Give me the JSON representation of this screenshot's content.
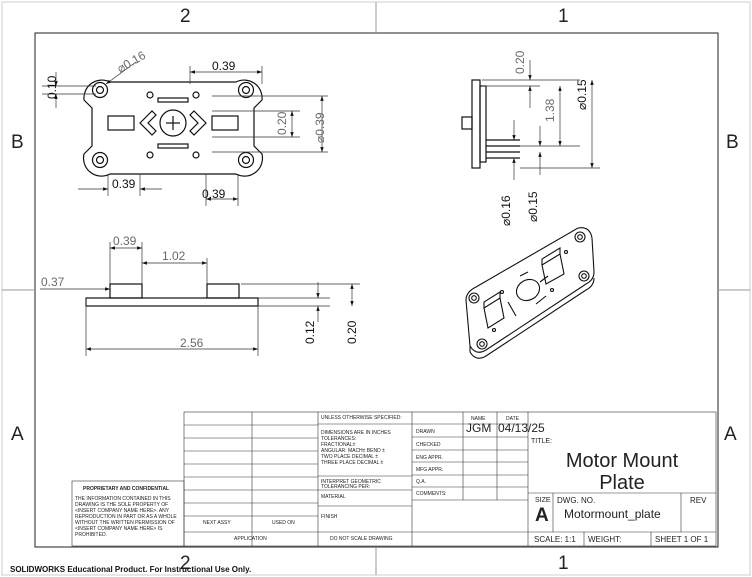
{
  "zones": {
    "top_left": "2",
    "top_right": "1",
    "left_b": "B",
    "right_b": "B",
    "left_a": "A",
    "right_a": "A",
    "bottom_left": "2",
    "bottom_right": "1"
  },
  "dimensions": {
    "top_hole_dia": "⌀0.16",
    "top_width_039": "0.39",
    "top_left_010": "0.10",
    "top_side_020": "0.20",
    "top_side_dia039": "⌀0.39",
    "top_bottom_left_039": "0.39",
    "top_bottom_right_039": "0.39",
    "side_top_020": "0.20",
    "side_138": "1.38",
    "side_dia015_top": "⌀0.15",
    "side_dia016": "⌀0.16",
    "side_dia015_bottom": "⌀0.15",
    "front_039": "0.39",
    "front_102": "1.02",
    "front_037": "0.37",
    "front_012": "0.12",
    "front_020": "0.20",
    "front_256": "2.56"
  },
  "title_block": {
    "unless": "UNLESS OTHERWISE SPECIFIED:",
    "dims_in_inches": "DIMENSIONS ARE IN INCHES",
    "tolerances": "TOLERANCES:",
    "fractional": "FRACTIONAL±",
    "angular": "ANGULAR: MACH±     BEND ±",
    "two_place": "TWO PLACE DECIMAL    ±",
    "three_place": "THREE PLACE DECIMAL  ±",
    "interpret": "INTERPRET GEOMETRIC",
    "tolerancing": "TOLERANCING PER:",
    "material": "MATERIAL",
    "finish": "FINISH",
    "do_not_scale": "DO NOT SCALE DRAWING",
    "next_assy": "NEXT ASSY",
    "used_on": "USED ON",
    "application": "APPLICATION",
    "name_header": "NAME",
    "date_header": "DATE",
    "drawn": "DRAWN",
    "drawn_name": "JGM",
    "drawn_date": "04/13/25",
    "checked": "CHECKED",
    "eng_appr": "ENG APPR.",
    "mfg_appr": "MFG APPR.",
    "qa": "Q.A.",
    "comments": "COMMENTS:",
    "title_label": "TITLE:",
    "title_line1": "Motor Mount",
    "title_line2": "Plate",
    "size_label": "SIZE",
    "size_value": "A",
    "dwg_no_label": "DWG.  NO.",
    "dwg_no_value": "Motormount_plate",
    "rev_label": "REV",
    "scale": "SCALE: 1:1",
    "weight": "WEIGHT:",
    "sheet": "SHEET 1 OF 1"
  },
  "proprietary": {
    "heading": "PROPRIETARY AND CONFIDENTIAL",
    "lines": [
      "THE INFORMATION CONTAINED IN THIS",
      "DRAWING IS THE SOLE PROPERTY OF",
      "<INSERT COMPANY NAME HERE>.  ANY",
      "REPRODUCTION IN PART OR AS A WHOLE",
      "WITHOUT THE WRITTEN PERMISSION OF",
      "<INSERT COMPANY NAME HERE> IS",
      "PROHIBITED."
    ]
  },
  "footer": "SOLIDWORKS Educational Product. For Instructional Use Only."
}
